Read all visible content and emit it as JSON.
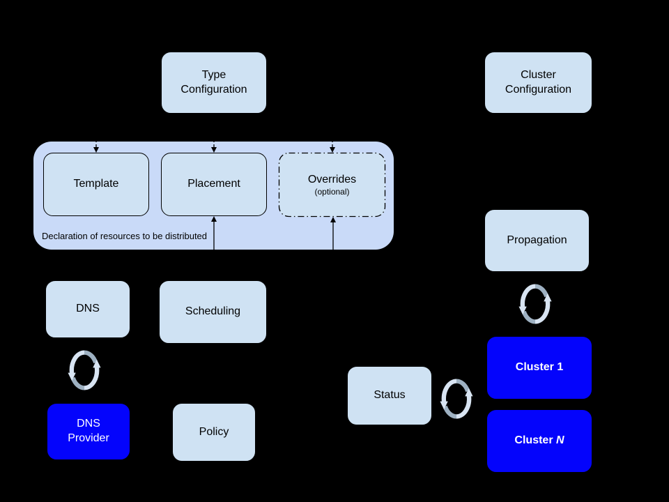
{
  "diagram": {
    "background_color": "#000000",
    "box_fill_color": "#cfe2f3",
    "container_fill_color": "#c9daf8",
    "highlight_fill_color": "#0404fc",
    "text_color": "#000000",
    "highlight_text_color": "#ffffff",
    "sync_icon_light_color": "#d8e4f2",
    "sync_icon_dark_color": "#9eb1c2",
    "connector_color": "#000000"
  },
  "nodes": {
    "type_config": {
      "label": "Type\nConfiguration"
    },
    "cluster_config": {
      "label": "Cluster\nConfiguration"
    },
    "template": {
      "label": "Template"
    },
    "placement": {
      "label": "Placement"
    },
    "overrides": {
      "label": "Overrides",
      "sublabel": "(optional)"
    },
    "declaration": {
      "caption": "Declaration of resources to be distributed"
    },
    "dns": {
      "label": "DNS"
    },
    "scheduling": {
      "label": "Scheduling"
    },
    "dns_provider": {
      "label": "DNS\nProvider"
    },
    "policy": {
      "label": "Policy"
    },
    "propagation": {
      "label": "Propagation"
    },
    "status": {
      "label": "Status"
    },
    "cluster_1": {
      "label": "Cluster 1"
    },
    "cluster_n": {
      "label_prefix": "Cluster ",
      "label_italic": "N"
    }
  },
  "icons": {
    "sync": "sync-arrows-icon"
  }
}
